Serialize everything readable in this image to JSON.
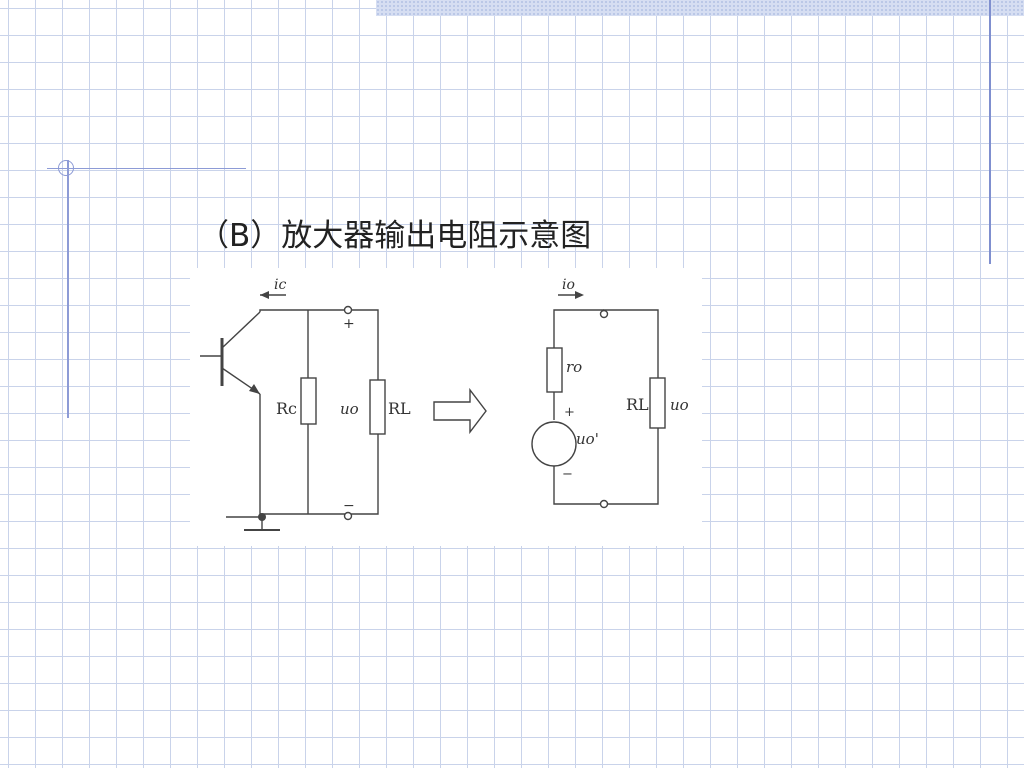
{
  "slide": {
    "title": "（B）放大器输出电阻示意图"
  },
  "figure": {
    "left_circuit": {
      "current_label": "ic",
      "collector_resistor_label": "Rc",
      "output_voltage_label": "uo",
      "load_resistor_label": "RL",
      "plus_sign": "+",
      "minus_sign": "−"
    },
    "arrow_icon": "hollow-right-arrow-icon",
    "right_circuit": {
      "current_label": "io",
      "source_resistance_label": "ro",
      "source_voltage_label": "uo'",
      "load_resistor_label": "RL",
      "output_voltage_label": "uo",
      "plus_sign": "+",
      "minus_sign": "−"
    }
  },
  "colors": {
    "grid": "#c9d3ea",
    "accent_line": "#8d9bd6",
    "top_band": "#d6def2",
    "circuit_line": "#444444"
  }
}
